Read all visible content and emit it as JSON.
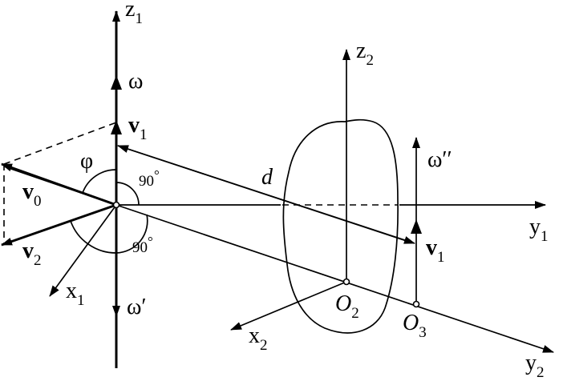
{
  "labels": {
    "z1": {
      "main": "z",
      "sub": "1"
    },
    "omega": {
      "main": "ω"
    },
    "v1_top": {
      "main": "v",
      "sub": "1"
    },
    "phi": {
      "main": "φ"
    },
    "angle_top": {
      "main": "90",
      "sup": "°"
    },
    "angle_bottom": {
      "main": "90",
      "sup": "°"
    },
    "v0": {
      "main": "v",
      "sub": "0"
    },
    "v2": {
      "main": "v",
      "sub": "2"
    },
    "x1": {
      "main": "x",
      "sub": "1"
    },
    "omega_prime": {
      "main": "ω′"
    },
    "d": {
      "main": "d"
    },
    "z2": {
      "main": "z",
      "sub": "2"
    },
    "omega_dprime": {
      "main": "ω′′"
    },
    "y1": {
      "main": "y",
      "sub": "1"
    },
    "v1_right": {
      "main": "v",
      "sub": "1"
    },
    "O2": {
      "main": "O",
      "sub": "2"
    },
    "O3": {
      "main": "O",
      "sub": "3"
    },
    "x2": {
      "main": "x",
      "sub": "2"
    },
    "y2": {
      "main": "y",
      "sub": "2"
    }
  }
}
